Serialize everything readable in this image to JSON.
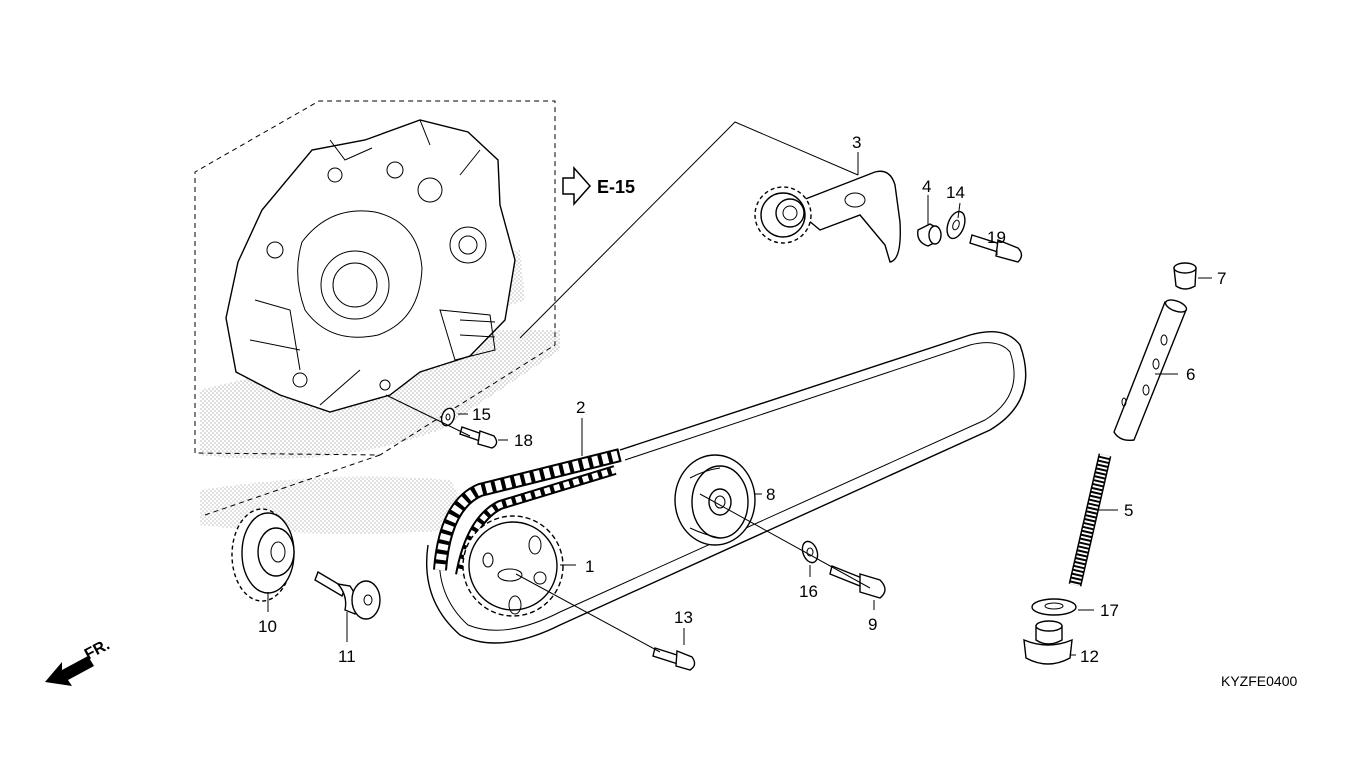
{
  "reference": {
    "arrow_label": "E-15"
  },
  "diagram_code": "KYZFE0400",
  "front_label": "FR.",
  "callouts": [
    {
      "id": "1",
      "label": "1"
    },
    {
      "id": "2",
      "label": "2"
    },
    {
      "id": "3",
      "label": "3"
    },
    {
      "id": "4",
      "label": "4"
    },
    {
      "id": "5",
      "label": "5"
    },
    {
      "id": "6",
      "label": "6"
    },
    {
      "id": "7",
      "label": "7"
    },
    {
      "id": "8",
      "label": "8"
    },
    {
      "id": "9",
      "label": "9"
    },
    {
      "id": "10",
      "label": "10"
    },
    {
      "id": "11",
      "label": "11"
    },
    {
      "id": "12",
      "label": "12"
    },
    {
      "id": "13",
      "label": "13"
    },
    {
      "id": "14",
      "label": "14"
    },
    {
      "id": "15",
      "label": "15"
    },
    {
      "id": "16",
      "label": "16"
    },
    {
      "id": "17",
      "label": "17"
    },
    {
      "id": "18",
      "label": "18"
    },
    {
      "id": "19",
      "label": "19"
    }
  ],
  "colors": {
    "ink": "#000000",
    "background": "#ffffff",
    "screen": "#9a9a9a"
  }
}
